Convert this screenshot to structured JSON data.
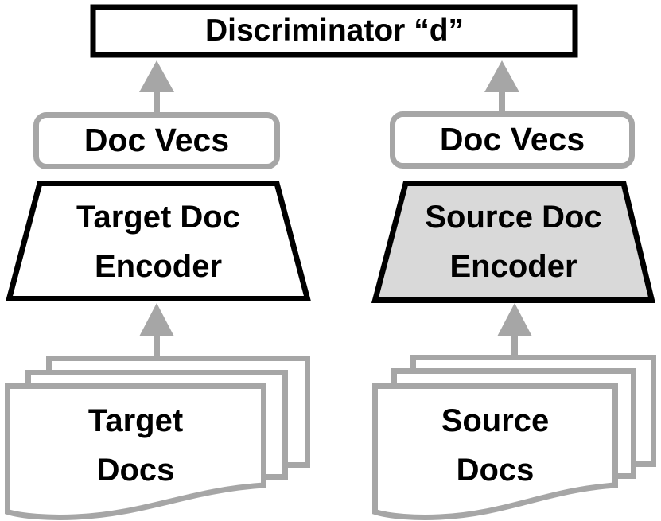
{
  "diagram": {
    "title_note": "adversarial document-encoder architecture",
    "discriminator": {
      "label": "Discriminator “d”"
    },
    "left_branch": {
      "doc_vecs_label": "Doc Vecs",
      "encoder_line1": "Target Doc",
      "encoder_line2": "Encoder",
      "docs_line1": "Target",
      "docs_line2": "Docs"
    },
    "right_branch": {
      "doc_vecs_label": "Doc Vecs",
      "encoder_line1": "Source Doc",
      "encoder_line2": "Encoder",
      "docs_line1": "Source",
      "docs_line2": "Docs"
    },
    "colors": {
      "black": "#000000",
      "gray": "#a6a6a6",
      "light_gray_fill": "#d9d9d9",
      "white": "#ffffff"
    }
  }
}
